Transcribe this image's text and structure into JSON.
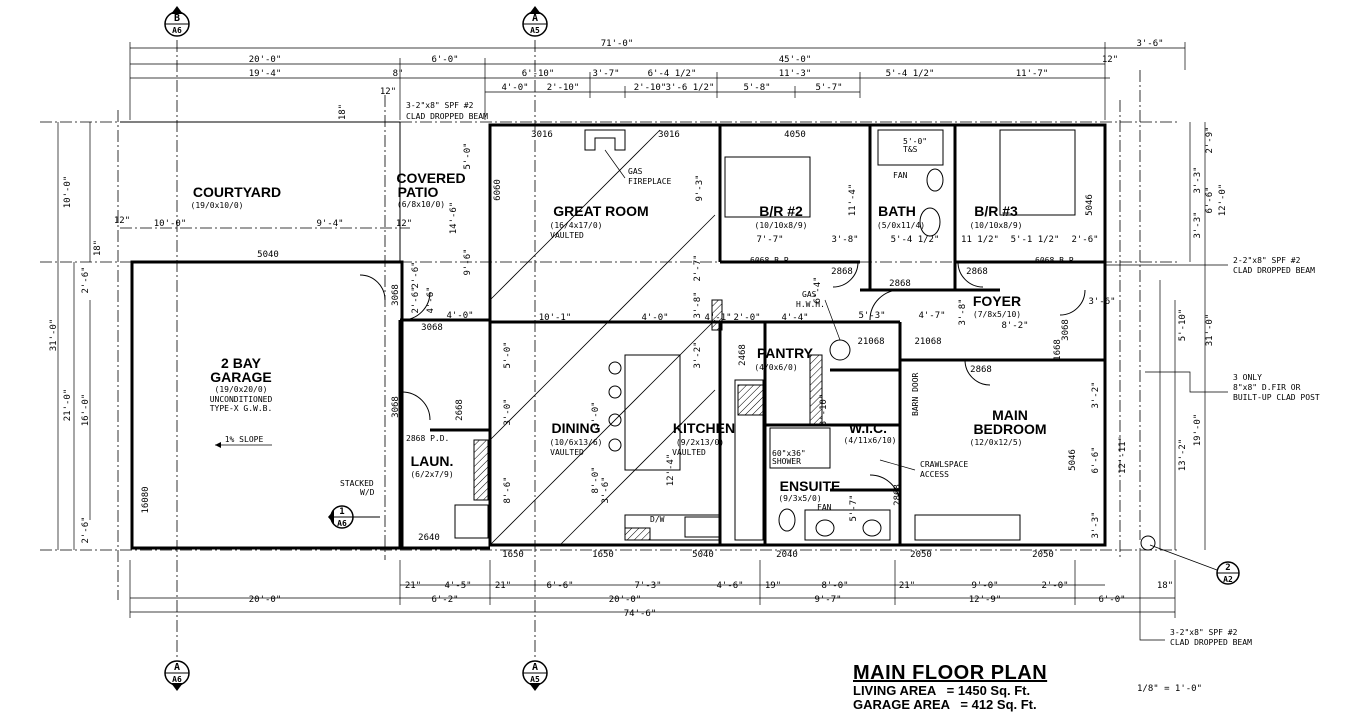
{
  "rooms": {
    "courtyard": {
      "name": "COURTYARD",
      "size": "(19/0x10/0)"
    },
    "covered_patio": {
      "name_1": "COVERED",
      "name_2": "PATIO",
      "size": "(6/8x10/0)"
    },
    "great_room": {
      "name": "GREAT ROOM",
      "size": "(16/4x17/0)",
      "note": "VAULTED"
    },
    "br2": {
      "name": "B/R #2",
      "size": "(10/10x8/9)"
    },
    "bath": {
      "name": "BATH",
      "size": "(5/0x11/4)"
    },
    "br3": {
      "name": "B/R #3",
      "size": "(10/10x8/9)"
    },
    "foyer": {
      "name": "FOYER",
      "size": "(7/8x5/10)"
    },
    "garage": {
      "name_1": "2 BAY",
      "name_2": "GARAGE",
      "size": "(19/0x20/0)",
      "note_1": "UNCONDITIONED",
      "note_2": "TYPE-X G.W.B.",
      "slope": "1% SLOPE"
    },
    "pantry": {
      "name": "PANTRY",
      "size": "(4/0x6/0)"
    },
    "dining": {
      "name": "DINING",
      "size": "(10/6x13/6)",
      "note": "VAULTED"
    },
    "kitchen": {
      "name": "KITCHEN",
      "size": "(9/2x13/0)",
      "note": "VAULTED"
    },
    "wic": {
      "name": "W.I.C.",
      "size": "(4/11x6/10)"
    },
    "main_bedroom": {
      "name_1": "MAIN",
      "name_2": "BEDROOM",
      "size": "(12/0x12/5)"
    },
    "laundry": {
      "name": "LAUN.",
      "size": "(6/2x7/9)"
    },
    "ensuite": {
      "name": "ENSUITE",
      "size": "(9/3x5/0)"
    }
  },
  "notes": {
    "beam_top_1": "3-2\"x8\" SPF #2",
    "beam_top_2": "CLAD DROPPED BEAM",
    "beam_right_1": "2-2\"x8\" SPF #2",
    "beam_right_2": "CLAD DROPPED BEAM",
    "post_1": "3 ONLY",
    "post_2": "8\"x8\" D.FIR OR",
    "post_3": "BUILT-UP CLAD POST",
    "beam_bottom_1": "3-2\"x8\" SPF #2",
    "beam_bottom_2": "CLAD DROPPED BEAM",
    "gas_fireplace_1": "GAS",
    "gas_fireplace_2": "FIREPLACE",
    "gas_hwh_1": "GAS",
    "gas_hwh_2": "H.W.H.",
    "stacked_1": "STACKED",
    "stacked_2": "W/D",
    "crawl_1": "CRAWLSPACE",
    "crawl_2": "ACCESS",
    "barn_door": "BARN DOOR",
    "shower_1": "60\"x36\"",
    "shower_2": "SHOWER",
    "fan": "FAN",
    "ts": "T&S",
    "tub": "5'-0\"",
    "dw": "D/W",
    "bp": "6068 B.P.",
    "pd": "2868 P.D."
  },
  "section_markers": [
    {
      "letter": "B",
      "sheet": "A6"
    },
    {
      "letter": "A",
      "sheet": "A5"
    },
    {
      "letter": "A",
      "sheet": "A6"
    },
    {
      "letter": "A",
      "sheet": "A5"
    }
  ],
  "detail_markers": [
    {
      "num": "1",
      "sheet": "A6"
    },
    {
      "num": "2",
      "sheet": "A2"
    }
  ],
  "dims_top": {
    "overall": "71'-0\"",
    "right_ext": "3'-6\"",
    "l1": [
      "20'-0\"",
      "6'-0\"",
      "45'-0\""
    ],
    "l2": [
      "19'-4\"",
      "8\"",
      "6'-10\"",
      "3'-7\"",
      "6'-4 1/2\"",
      "11'-3\"",
      "5'-4 1/2\"",
      "11'-7\"",
      "12\""
    ],
    "l3": [
      "4'-0\"",
      "2'-10\"",
      "2'-10\"",
      "3'-6 1/2\"",
      "5'-8\"",
      "5'-7\""
    ],
    "small": [
      "12\"",
      "18\""
    ]
  },
  "dims_bottom": {
    "l1": [
      "21\"",
      "4'-5\"",
      "21\"",
      "6'-6\"",
      "7'-3\"",
      "4'-6\"",
      "19\"",
      "8'-0\"",
      "21\"",
      "9'-0\"",
      "2'-0\"",
      "18\""
    ],
    "l2": [
      "6'-2\"",
      "20'-0\"",
      "9'-7\"",
      "12'-9\"",
      "6'-0\""
    ],
    "l3": [
      "20'-0\"",
      "74'-6\""
    ]
  },
  "dims_left": [
    "10'-0\"",
    "31'-0\"",
    "21'-0\"",
    "16'-0\"",
    "2'-6\"",
    "2'-6\"",
    "18\"",
    "12\""
  ],
  "dims_right": [
    "2'-9\"",
    "3'-3\"",
    "6'-6\"",
    "3'-3\"",
    "12'-0\"",
    "31'-0\"",
    "5'-10\"",
    "19'-0\"",
    "13'-2\"",
    "3'-2\"",
    "6'-6\"",
    "12'-11\"",
    "3'-3\""
  ],
  "dims_interior": [
    "10'-0\"",
    "9'-4\"",
    "12\"",
    "5'-0\"",
    "14'-6\"",
    "9'-6\"",
    "7'-7\"",
    "3'-8\"",
    "11'-4\"",
    "5'-4 1/2\"",
    "11 1/2\"",
    "5'-1 1/2\"",
    "2'-6\"",
    "10'-1\"",
    "4'-0\"",
    "4'-1\"",
    "2'-0\"",
    "4'-4\"",
    "5'-3\"",
    "4'-7\"",
    "8'-2\"",
    "3'-6\"",
    "2'-6\"",
    "4'-6\"",
    "2'-6\"",
    "4'-0\"",
    "3'-0\"",
    "5'-0\"",
    "3'-0\"",
    "8'-0\"",
    "8'-6\"",
    "3'-6\"",
    "12'-4\"",
    "3'-2\"",
    "3'-8\"",
    "2'-7\"",
    "3'-10\"",
    "5'-7\"",
    "6'-4\"",
    "3'-8\"",
    "9'-3\""
  ],
  "door_window_tags": [
    "5040",
    "3016",
    "3016",
    "4050",
    "5046",
    "6060",
    "3068",
    "3068",
    "3068",
    "2668",
    "2868",
    "2868",
    "2868",
    "2868",
    "21068",
    "21068",
    "1668",
    "2468",
    "5046",
    "16080",
    "2640",
    "1650",
    "1650",
    "5040",
    "2040",
    "2050",
    "2050",
    "2868",
    "3068"
  ],
  "title_block": {
    "title": "MAIN FLOOR PLAN",
    "living_label": "LIVING AREA",
    "living_value": "= 1450 Sq. Ft.",
    "garage_label": "GARAGE AREA",
    "garage_value": "= 412 Sq. Ft.",
    "scale": "1/8\" = 1'-0\""
  }
}
